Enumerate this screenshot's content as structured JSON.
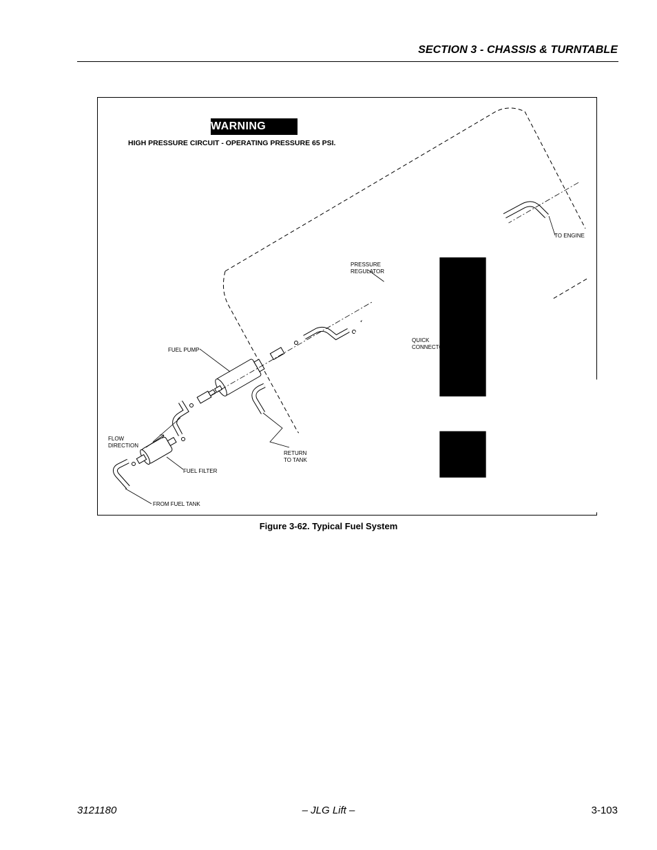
{
  "header": {
    "section_title": "SECTION 3 - CHASSIS & TURNTABLE"
  },
  "figure": {
    "warning_label": "WARNING",
    "warning_text": "HIGH PRESSURE CIRCUIT - OPERATING PRESSURE 65 PSI.",
    "labels": {
      "to_engine": "TO ENGINE",
      "pressure_regulator": "PRESSURE\nREGULATOR",
      "quick_connectors": "QUICK\nCONNECTORS",
      "fuel_pump": "FUEL PUMP",
      "flow_direction": "FLOW\nDIRECTION",
      "return_to_tank": "RETURN\nTO TANK",
      "fuel_filter": "FUEL FILTER",
      "from_fuel_tank": "FROM FUEL TANK"
    },
    "caption": "Figure 3-62.  Typical Fuel System"
  },
  "footer": {
    "doc_number": "3121180",
    "center": "– JLG Lift –",
    "page": "3-103"
  }
}
